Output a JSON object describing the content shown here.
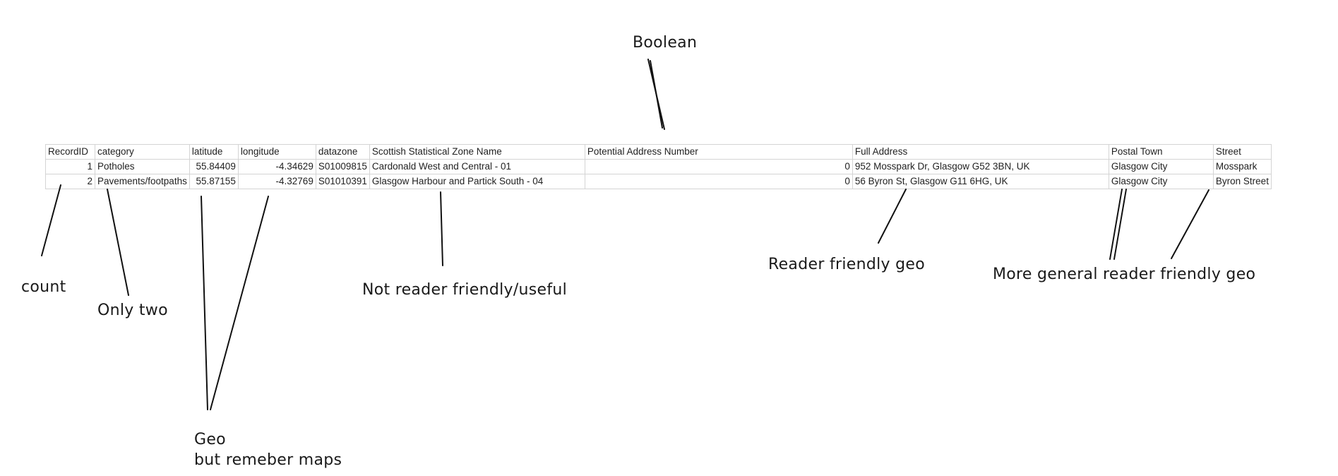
{
  "sheet": {
    "columns": [
      "RecordID",
      "category",
      "latitude",
      "longitude",
      "datazone",
      "Scottish Statistical Zone Name",
      "Potential Address Number",
      "Full Address",
      "Postal Town",
      "Street"
    ],
    "rows": [
      [
        "1",
        "Potholes",
        "55.84409",
        "-4.34629",
        "S01009815",
        "Cardonald West and Central - 01",
        "0",
        "952 Mosspark Dr, Glasgow G52 3BN, UK",
        "Glasgow City",
        "Mosspark"
      ],
      [
        "2",
        "Pavements/footpaths",
        "55.87155",
        "-4.32769",
        "S01010391",
        "Glasgow Harbour and Partick South - 04",
        "0",
        "56 Byron St, Glasgow G11 6HG, UK",
        "Glasgow City",
        "Byron Street"
      ]
    ]
  },
  "annotations": {
    "boolean": "Boolean",
    "count": "count",
    "only_two": "Only two",
    "geo_line1": "Geo",
    "geo_line2": "but remeber maps",
    "not_reader_friendly": "Not reader friendly/useful",
    "reader_friendly_geo": "Reader friendly geo",
    "more_general": "More general reader friendly geo"
  }
}
